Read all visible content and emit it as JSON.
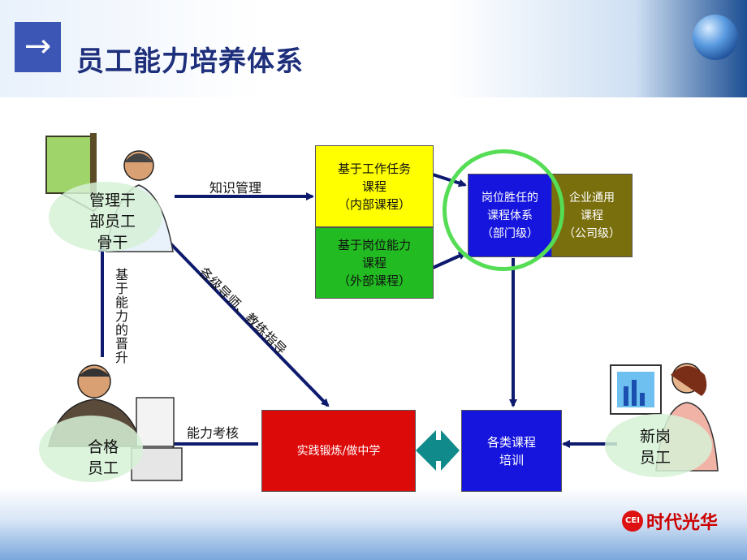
{
  "header": {
    "title": "员工能力培养体系",
    "arrow_symbol": "→"
  },
  "diagram": {
    "nodes": {
      "manager": "管理干\n部员工\n骨干",
      "qualified": "合格\n员工",
      "new_staff": "新岗\n员工",
      "internal_course": "基于工作任务\n课程\n（内部课程）",
      "external_course": "基于岗位能力\n课程\n（外部课程）",
      "dept_course": "岗位胜任的\n课程体系\n（部门级）",
      "company_course": "企业通用\n课程\n（公司级）",
      "practice": "实践锻炼/做中学",
      "training": "各类课程\n培训"
    },
    "edges": {
      "knowledge_mgmt": "知识管理",
      "mentor_guidance": "各级导师、教练指导",
      "promotion": "基于能力的晋升",
      "assessment": "能力考核"
    }
  },
  "brand": {
    "name": "时代光华",
    "mark": "CEI"
  },
  "colors": {
    "title": "#1e2f7c",
    "arrow": "#0d1a6e",
    "yellow_box": "#ffff00",
    "green_box": "#22bb22",
    "blue_box": "#1515dd",
    "olive_box": "#7a6f0d",
    "red_box": "#dd0a0a",
    "highlight_ring": "#55dd55"
  }
}
